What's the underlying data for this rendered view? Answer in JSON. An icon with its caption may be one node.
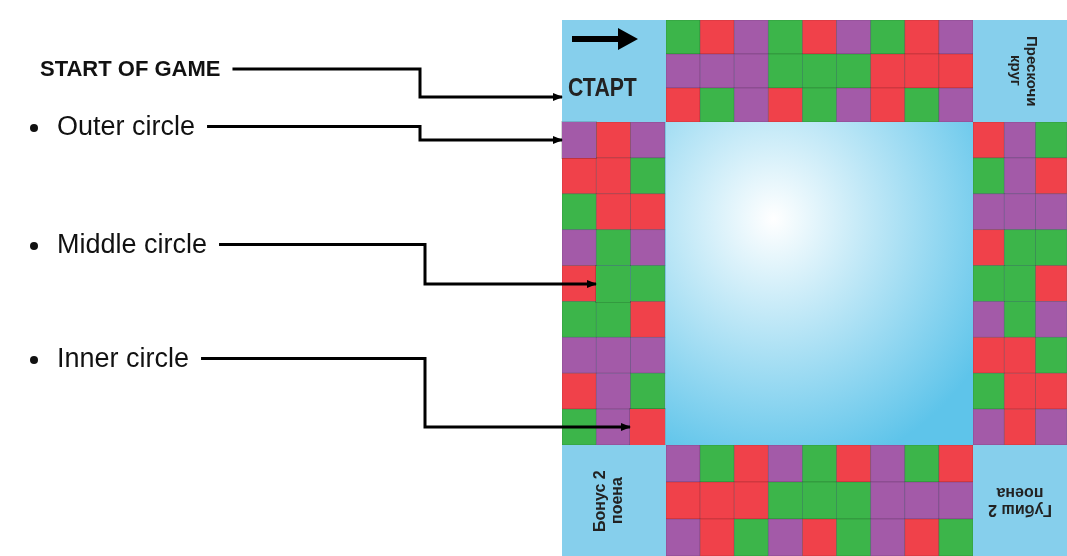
{
  "diagram": {
    "nodes": [
      {
        "text": [
          "START OF GAME"
        ]
      },
      {
        "text": [
          "Outer circle"
        ]
      },
      {
        "text": [
          "Middle circle"
        ]
      },
      {
        "text": [
          "Inner circle"
        ]
      },
      {
        "text": [],
        "shape": "box"
      },
      {
        "text": [
          "СТАРТ"
        ],
        "in": 4
      },
      {
        "text": [
          "Прескочи круг"
        ],
        "in": 4
      },
      {
        "text": [],
        "shape": "box",
        "in": 4
      },
      {
        "text": [],
        "shape": "box",
        "in": 4
      },
      {
        "text": [],
        "shape": "box",
        "in": 4
      },
      {
        "text": [
          "Бонус 2 поена"
        ],
        "in": 4
      },
      {
        "text": [
          "Губиш 2 поена"
        ],
        "in": 4
      }
    ],
    "edges": [
      {
        "from": 0,
        "to": 5,
        "arrow": "to"
      },
      {
        "from": 1,
        "to": 7,
        "arrow": "to"
      },
      {
        "from": 2,
        "to": 8,
        "arrow": "to"
      },
      {
        "from": 3,
        "to": 9,
        "arrow": "to"
      }
    ]
  }
}
